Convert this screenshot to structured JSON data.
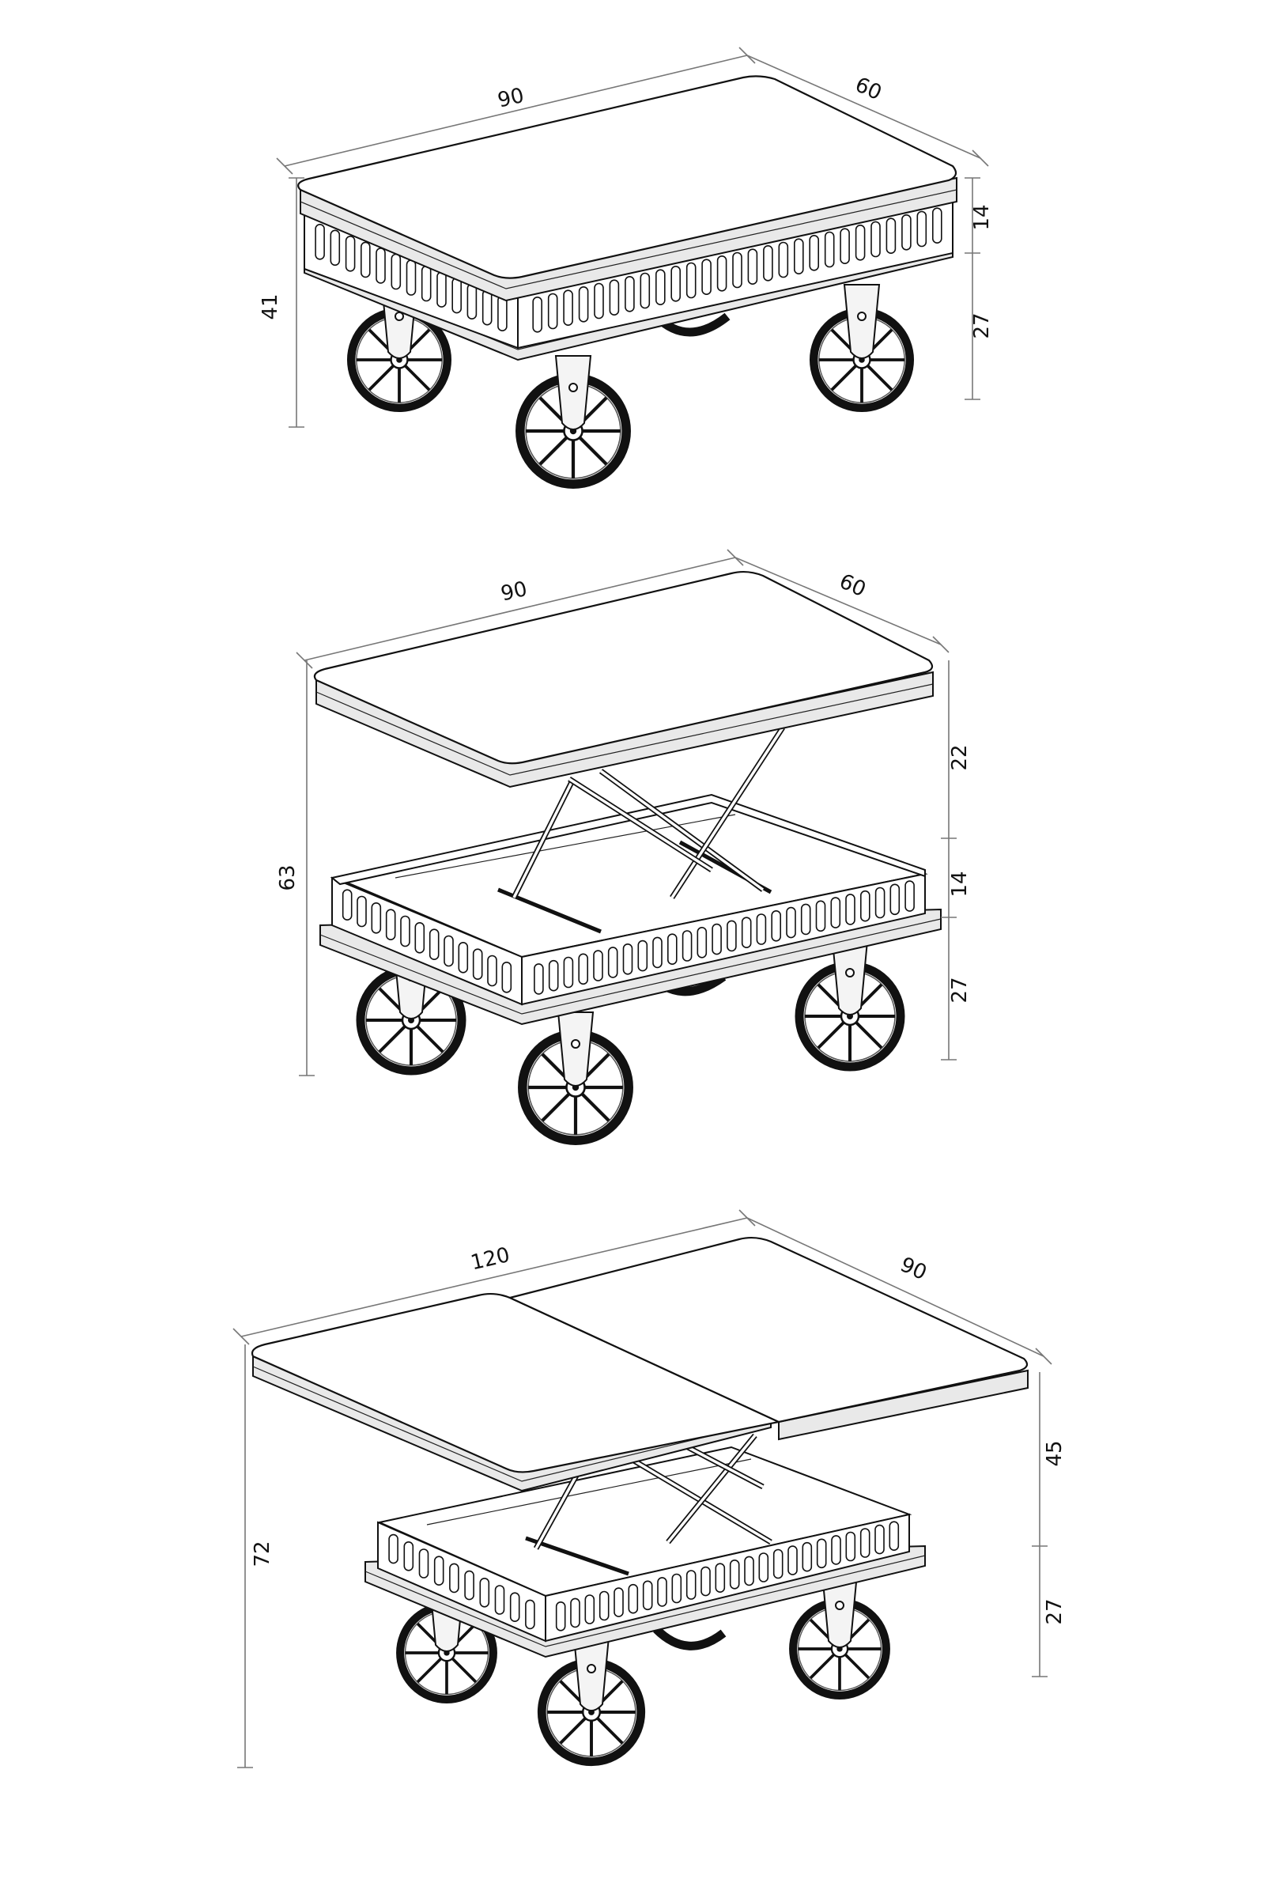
{
  "diagram_title": "",
  "configurations": [
    {
      "id": "closed",
      "dimensions": {
        "width": "90",
        "depth": "60",
        "total_height": "41",
        "frame_height": "14",
        "wheel_height": "27"
      }
    },
    {
      "id": "lifted",
      "dimensions": {
        "width": "90",
        "depth": "60",
        "total_height": "63",
        "lift_height": "22",
        "frame_height": "14",
        "wheel_height": "27"
      }
    },
    {
      "id": "extended",
      "dimensions": {
        "width": "120",
        "depth": "90",
        "total_height": "72",
        "lift_height": "45",
        "wheel_height": "27"
      }
    }
  ],
  "colors": {
    "line": "#111111",
    "dimension_line": "#777777",
    "edge_fill": "#e9e9e9",
    "background": "#ffffff"
  }
}
